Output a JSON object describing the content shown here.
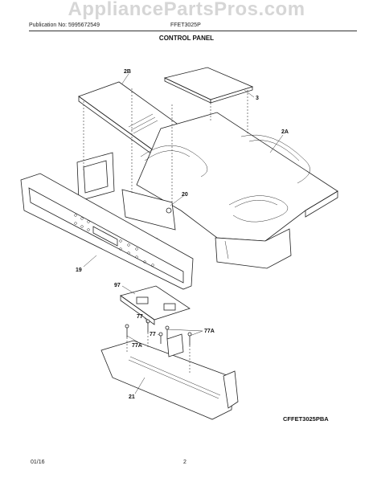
{
  "header": {
    "watermark": "AppliancePartsPros.com",
    "publication": "Publication No: 5995672549",
    "model": "FFET3025P",
    "section_title": "CONTROL PANEL"
  },
  "parts": {
    "callout_2B": "2B",
    "callout_3": "3",
    "callout_2A": "2A",
    "callout_20": "20",
    "callout_19": "19",
    "callout_97": "97",
    "callout_77_a": "77",
    "callout_77_b": "77",
    "callout_77A_a": "77A",
    "callout_77A_b": "77A",
    "callout_21": "21"
  },
  "figure_code": "CFFET3025PBA",
  "footer": {
    "date": "01/16",
    "page": "2"
  }
}
